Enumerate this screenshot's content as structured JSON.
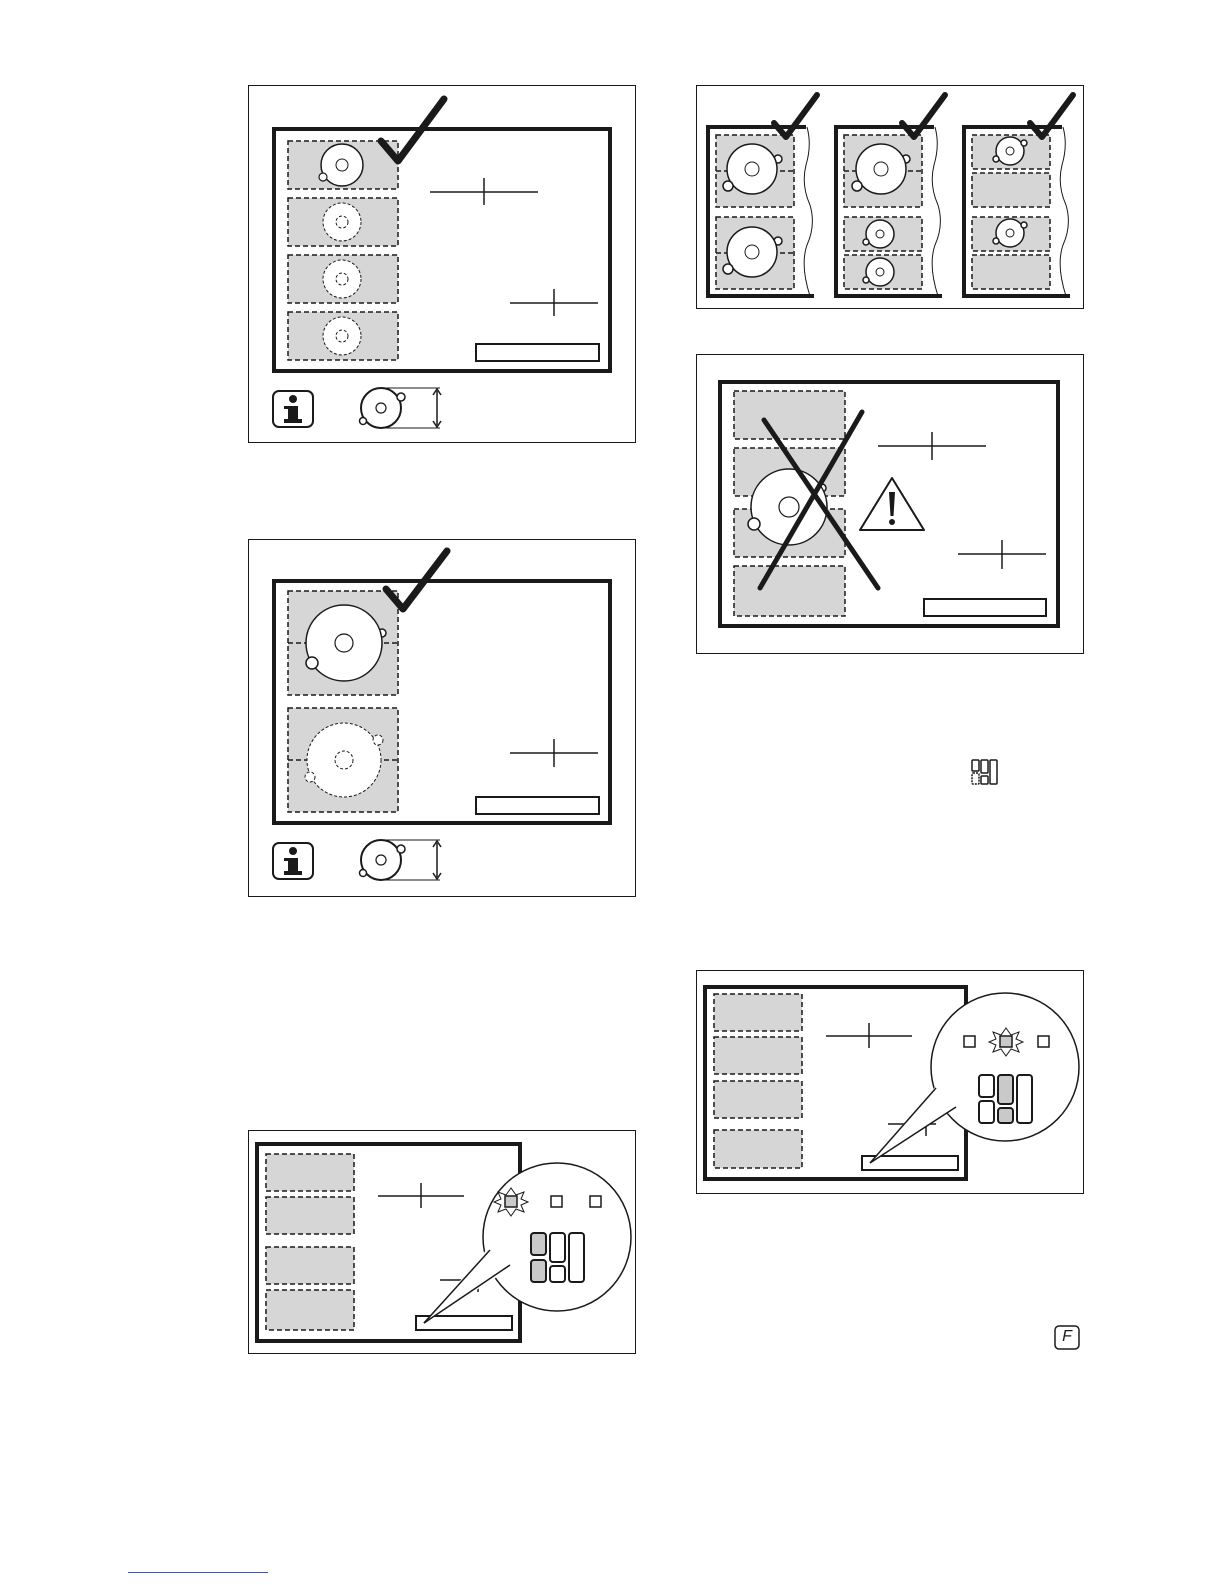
{
  "page": {
    "background": "#ffffff",
    "colors": {
      "ink": "#1a1a1a",
      "zone_fill": "#d6d6d6",
      "pad_fill": "#c9c9c9",
      "footer_rule": "#3a56c9"
    }
  },
  "figures": [
    {
      "id": "fig-zone-single-pot",
      "icons": [
        "checkmark-icon",
        "info-icon",
        "pot-diameter-icon"
      ]
    },
    {
      "id": "fig-bridge-large-pot",
      "icons": [
        "checkmark-icon",
        "info-icon",
        "pot-diameter-icon"
      ]
    },
    {
      "id": "fig-control-panel-left",
      "icons": [
        "flashing-indicator-icon",
        "power-level-pads-icon"
      ]
    },
    {
      "id": "fig-three-layouts",
      "icons": [
        "checkmark-icon",
        "checkmark-icon",
        "checkmark-icon"
      ]
    },
    {
      "id": "fig-wrong-placement",
      "icons": [
        "cross-out-icon",
        "warning-triangle-icon"
      ]
    },
    {
      "id": "fig-control-panel-middle",
      "icons": [
        "flashing-indicator-icon",
        "power-level-pads-icon"
      ]
    }
  ],
  "symbols": [
    {
      "id": "zone-layout-symbol",
      "icon": "zone-layout-icon"
    },
    {
      "id": "f-symbol",
      "icon": "f-key-icon",
      "text": "F"
    }
  ]
}
